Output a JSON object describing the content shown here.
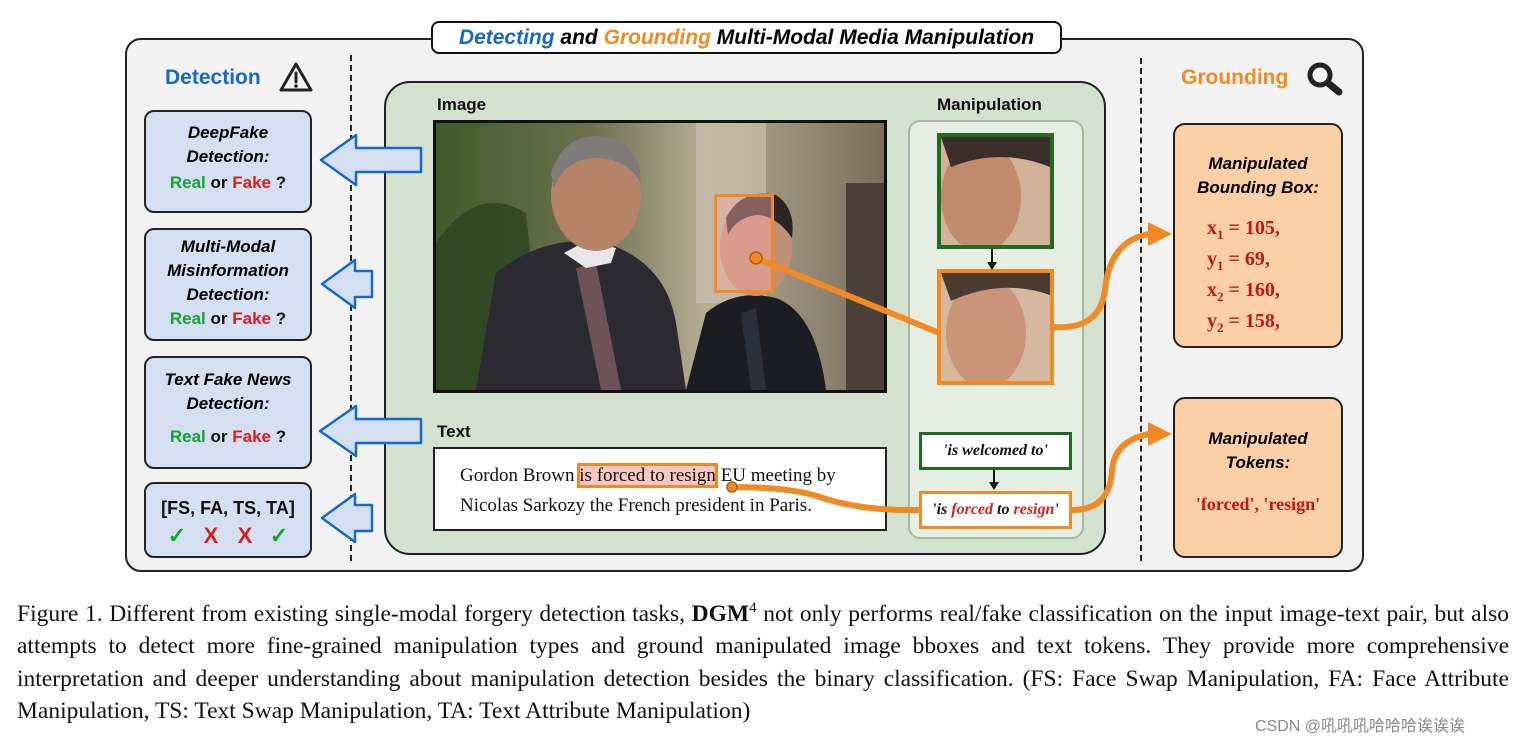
{
  "figure": {
    "title": {
      "word1": "Detecting",
      "mid": " and ",
      "word2": "Grounding",
      "rest": " Multi-Modal Media Manipulation"
    },
    "detection": {
      "heading": "Detection",
      "cards": [
        {
          "title": "DeepFake Detection:",
          "real": "Real",
          "or": "or",
          "fake": "Fake",
          "q": "?"
        },
        {
          "title": "Multi-Modal Misinformation Detection:",
          "real": "Real",
          "or": "or",
          "fake": "Fake",
          "q": "?"
        },
        {
          "title": "Text Fake News Detection:",
          "real": "Real",
          "or": "or",
          "fake": "Fake",
          "q": "?"
        }
      ],
      "types": {
        "label": "[FS, FA, TS, TA]",
        "marks": [
          "✓",
          "X",
          "X",
          "✓"
        ]
      }
    },
    "labels": {
      "image": "Image",
      "manipulation": "Manipulation",
      "text": "Text"
    },
    "text_sample": {
      "before": "Gordon Brown ",
      "highlight": "is forced to resign",
      "after": " EU meeting by Nicolas Sarkozy the French president in Paris."
    },
    "tokens": {
      "original": "'is welcomed to'",
      "manip_pre": "'is ",
      "manip_w1": "forced",
      "manip_mid": " to ",
      "manip_w2": "resign",
      "manip_post": "'"
    },
    "grounding": {
      "heading": "Grounding",
      "bbox_title": "Manipulated Bounding Box:",
      "bbox": {
        "x1": "105",
        "y1": "69",
        "x2": "160",
        "y2": "158"
      },
      "tokens_title": "Manipulated Tokens:",
      "tokens_value": "'forced', 'resign'"
    },
    "colors": {
      "detect_blue": "#1769c7",
      "ground_orange": "#f08a24",
      "real_green": "#16a034",
      "fake_red": "#d81f1f"
    }
  },
  "caption": {
    "prefix": "Figure 1. Different from existing single-modal forgery detection tasks,",
    "dgm": "DGM",
    "sup": "4",
    "body": "not only performs real/fake classification on the input image-text pair, but also attempts to detect more fine-grained manipulation types and ground manipulated image bboxes and text tokens. They provide more comprehensive interpretation and deeper understanding about manipulation detection besides the binary classification. (FS: Face Swap Manipulation, FA: Face Attribute Manipulation, TS: Text Swap Manipulation, TA: Text Attribute Manipulation)"
  },
  "watermark": "CSDN @吼吼吼哈哈哈诶诶诶"
}
